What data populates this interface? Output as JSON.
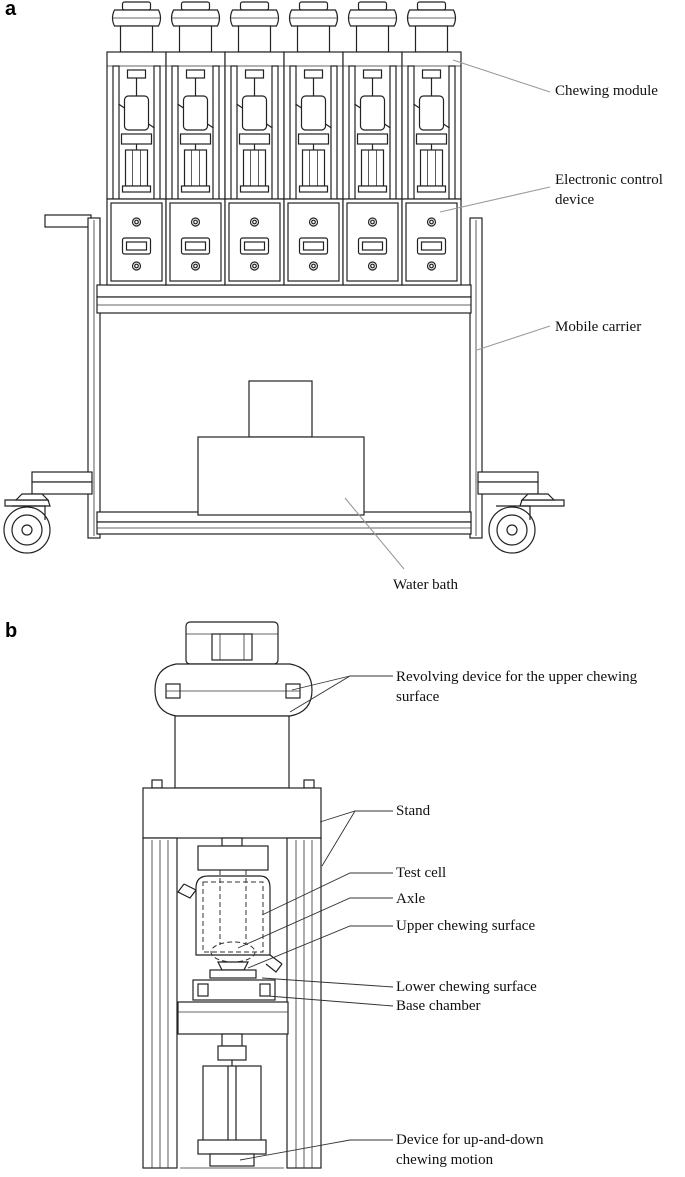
{
  "panels": {
    "a": "a",
    "b": "b"
  },
  "panel_a": {
    "labels": {
      "chewing_module": "Chewing module",
      "electronic_control_1": "Electronic control",
      "electronic_control_2": "device",
      "mobile_carrier": "Mobile carrier",
      "water_bath": "Water bath"
    },
    "module_count": 6
  },
  "panel_b": {
    "labels": {
      "revolving_1": "Revolving device for the upper chewing",
      "revolving_2": "surface",
      "stand": "Stand",
      "test_cell": "Test cell",
      "axle": "Axle",
      "upper_surface": "Upper chewing surface",
      "lower_surface": "Lower chewing surface",
      "base_chamber": "Base chamber",
      "updown_1": "Device for up-and-down",
      "updown_2": "chewing motion"
    }
  }
}
